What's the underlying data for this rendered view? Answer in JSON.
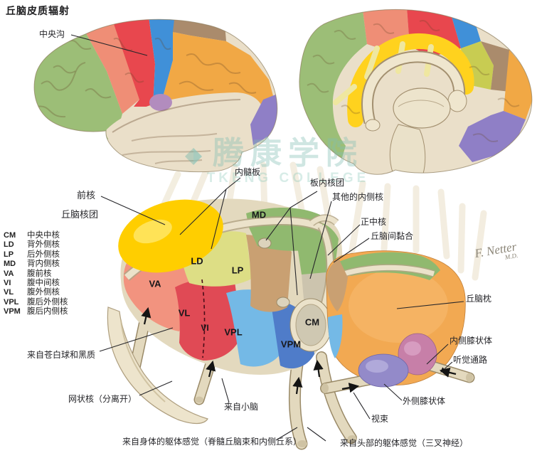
{
  "title": "丘脑皮质辐射",
  "watermark": {
    "cn": "腾康学院",
    "en": "TKENG COLLEGE"
  },
  "signature": {
    "name": "F. Netter",
    "suffix": "M.D."
  },
  "labels": {
    "central_sulcus": "中央沟",
    "anterior_nucleus": "前核",
    "thalamic_nuclei": "丘脑核团",
    "internal_medullary_lamina": "内髓板",
    "intralaminar_nuclei": "板内核团",
    "other_medial_nuclei": "其他的内侧核",
    "midline_nuclei": "正中核",
    "interthalamic_adhesion": "丘脑间黏合",
    "pulvinar": "丘脑枕",
    "medial_geniculate": "内侧膝状体",
    "auditory_pathway": "听觉通路",
    "lateral_geniculate": "外侧膝状体",
    "optic_tract": "视束",
    "from_pallidum": "来自苍白球和黑质",
    "reticular_nucleus": "网状核（分离开）",
    "from_cerebellum": "来自小脑",
    "somatic_body": "来自身体的躯体感觉（脊髓丘脑束和内侧丘系）",
    "somatic_head": "来自头部的躯体感觉（三叉神经）"
  },
  "legend": [
    {
      "abbr": "CM",
      "name": "中央中核"
    },
    {
      "abbr": "LD",
      "name": "背外侧核"
    },
    {
      "abbr": "LP",
      "name": "后外侧核"
    },
    {
      "abbr": "MD",
      "name": "背内侧核"
    },
    {
      "abbr": "VA",
      "name": "腹前核"
    },
    {
      "abbr": "VI",
      "name": "腹中间核"
    },
    {
      "abbr": "VL",
      "name": "腹外侧核"
    },
    {
      "abbr": "VPL",
      "name": "腹后外侧核"
    },
    {
      "abbr": "VPM",
      "name": "腹后内侧核"
    }
  ],
  "nuclei": {
    "va": "VA",
    "vl": "VL",
    "vi": "VI",
    "vpl": "VPL",
    "vpm": "VPM",
    "ld": "LD",
    "lp": "LP",
    "md": "MD",
    "cm": "CM"
  },
  "colors": {
    "anterior_yellow": "#FFCE00",
    "va_salmon": "#F2937F",
    "vl_vi_red": "#E04A55",
    "vpl_light_blue": "#74B9E6",
    "vpm_blue": "#4F7CC9",
    "ld_yellow_green": "#DDDE85",
    "lp_tan": "#C9A072",
    "md_green": "#90B96F",
    "cm_gray": "#CFC8B2",
    "pulvinar_orange": "#F2A952",
    "medial_geniculate_pink": "#C77FA8",
    "lateral_geniculate_lavender": "#938AC9",
    "lamina_cream": "#EBE2CA",
    "cortex_green": "#9CBE77",
    "cortex_salmon": "#EF8E76",
    "cortex_red": "#E8474E",
    "cortex_blue": "#4090D8",
    "cortex_brown": "#AA8B6C",
    "cortex_orange": "#F1A845",
    "cortex_purple": "#8F7FC6",
    "cortex_mauve": "#B28CBE",
    "cingulate_yellow": "#FFD21E",
    "brain_cream": "#EADFC9",
    "watermark_teal": "#80BEB2"
  }
}
